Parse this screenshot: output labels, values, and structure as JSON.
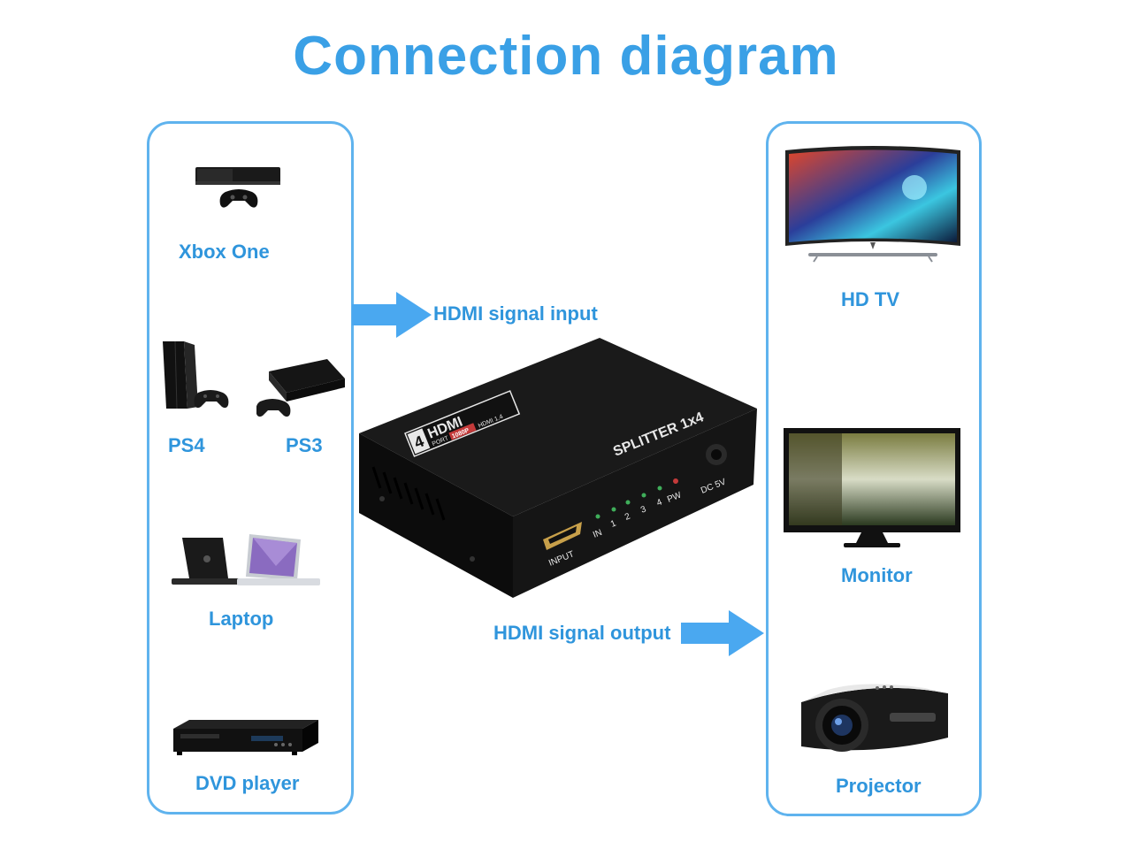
{
  "title": "Connection diagram",
  "sources": {
    "xbox": "Xbox One",
    "ps4": "PS4",
    "ps3": "PS3",
    "laptop": "Laptop",
    "dvd": "DVD player"
  },
  "displays": {
    "tv": "HD TV",
    "monitor": "Monitor",
    "projector": "Projector"
  },
  "signals": {
    "input": "HDMI signal input",
    "output": "HDMI signal output"
  },
  "splitter": {
    "brand_number": "4",
    "brand": "HDMI",
    "port_text": "PORT",
    "res_text": "1080P",
    "ver_text": "HDMI 1.4",
    "model": "SPLITTER 1x4",
    "input_label": "INPUT",
    "power_label": "DC 5V",
    "leds": [
      "IN",
      "1",
      "2",
      "3",
      "4",
      "PW"
    ]
  },
  "colors": {
    "accent": "#3aa0e6",
    "panel_border": "#5fb3ee",
    "arrow": "#4aa8f0"
  }
}
